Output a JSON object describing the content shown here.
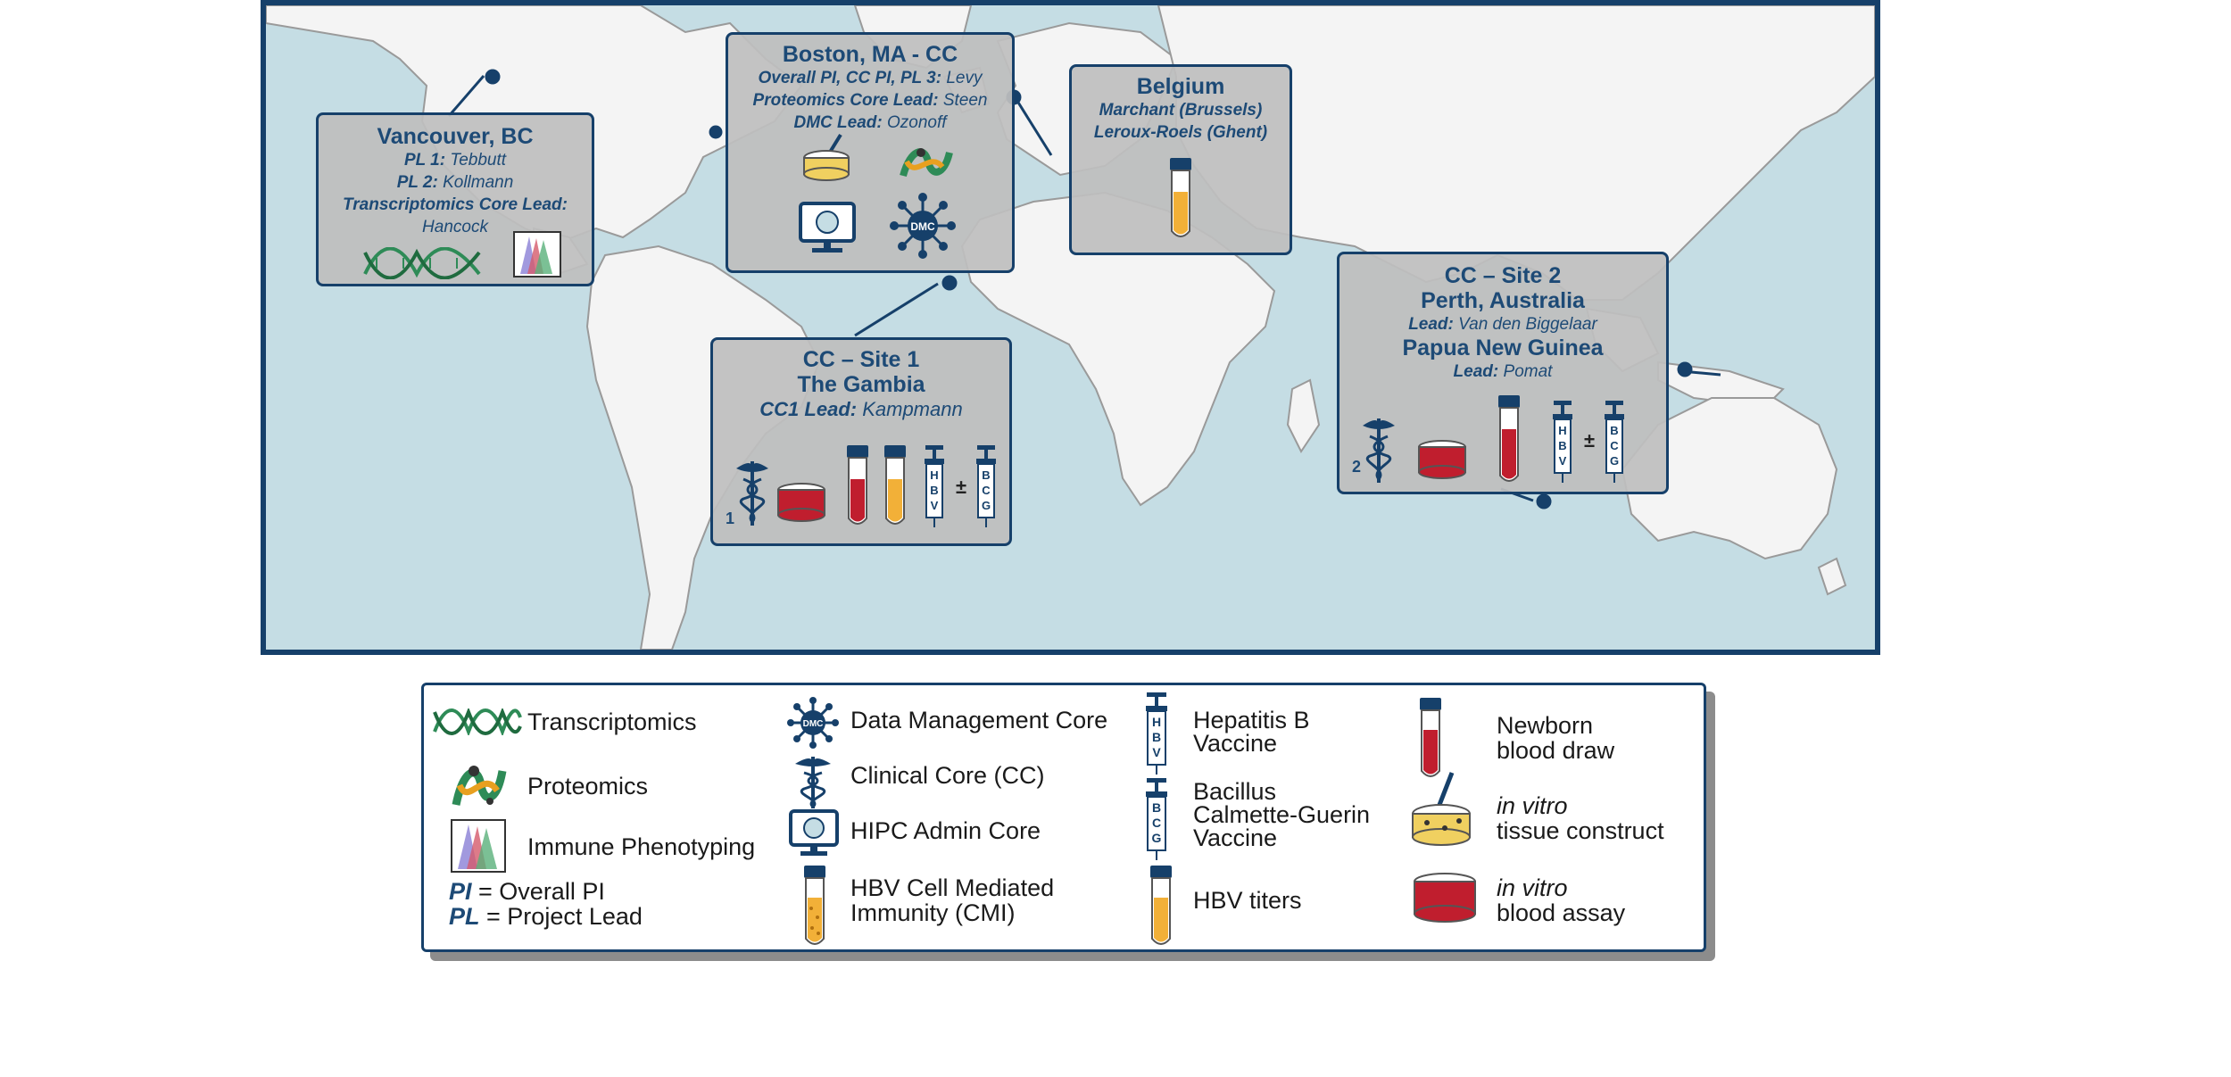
{
  "sites": {
    "vancouver": {
      "title": "Vancouver, BC",
      "pl1_label": "PL 1:",
      "pl1": "Tebbutt",
      "pl2_label": "PL 2:",
      "pl2": "Kollmann",
      "core_label": "Transcriptomics Core Lead:",
      "core": "Hancock"
    },
    "boston": {
      "title": "Boston, MA - CC",
      "l1_label": "Overall PI, CC PI, PL 3:",
      "l1": "Levy",
      "l2_label": "Proteomics Core Lead:",
      "l2": "Steen",
      "l3_label": "DMC Lead:",
      "l3": "Ozonoff"
    },
    "belgium": {
      "title": "Belgium",
      "l1": "Marchant (Brussels)",
      "l2": "Leroux-Roels (Ghent)"
    },
    "gambia": {
      "title1": "CC – Site 1",
      "title2": "The Gambia",
      "lead_label": "CC1 Lead:",
      "lead": "Kampmann",
      "number": "1",
      "pm": "±"
    },
    "perth": {
      "title1": "CC – Site 2",
      "title2": "Perth, Australia",
      "lead1_label": "Lead:",
      "lead1": "Van den Biggelaar",
      "title3": "Papua New Guinea",
      "lead2_label": "Lead:",
      "lead2": "Pomat",
      "number": "2",
      "pm": "±"
    }
  },
  "legend": {
    "transcriptomics": "Transcriptomics",
    "proteomics": "Proteomics",
    "immune_phenotyping": "Immune Phenotyping",
    "pi_abbr": "PI",
    "pi_text": "= Overall PI",
    "pl_abbr": "PL",
    "pl_text": "= Project Lead",
    "dmc": "Data Management Core",
    "clinical_core": "Clinical Core (CC)",
    "hipc": "HIPC Admin Core",
    "cmi_1": "HBV Cell Mediated",
    "cmi_2": "Immunity (CMI)",
    "hbv_1": "Hepatitis B",
    "hbv_2": "Vaccine",
    "bcg_1": "Bacillus",
    "bcg_2": "Calmette-Guerin",
    "bcg_3": "Vaccine",
    "titers": "HBV titers",
    "newborn_1": "Newborn",
    "newborn_2": "blood draw",
    "tissue_1": "in vitro",
    "tissue_2": "tissue construct",
    "assay_1": "in vitro",
    "assay_2": "blood assay"
  },
  "icons": {
    "dmc_label": "DMC",
    "hbv_letters": [
      "H",
      "B",
      "V"
    ],
    "bcg_letters": [
      "B",
      "C",
      "G"
    ]
  },
  "colors": {
    "navy": "#16406a",
    "ocean": "#c5dde4",
    "land": "#f4f4f4",
    "blood": "#c01e2e",
    "serum": "#f2b038",
    "dna": "#2e8b57"
  }
}
